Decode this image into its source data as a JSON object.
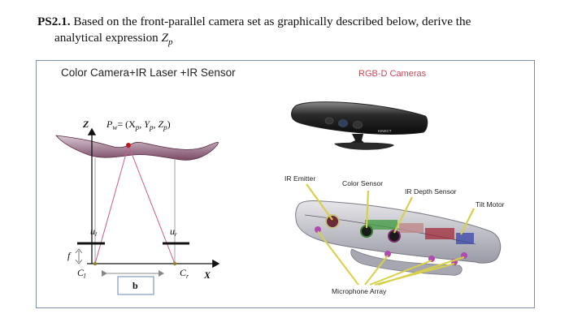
{
  "problem": {
    "number": "PS2.1.",
    "text_line1": "Based on the front-parallel camera set as graphically described below, derive the",
    "text_line2": "analytical expression",
    "symbol": "Z",
    "symbol_sub": "p"
  },
  "figure": {
    "left_title": "Color Camera+IR Laser +IR Sensor",
    "right_title": "RGB-D Cameras",
    "diagram": {
      "z_axis": "Z",
      "x_axis": "X",
      "point": "P",
      "point_sub": "w",
      "point_eq": "= (X",
      "coord_p1": "p",
      "coord_y": ", Y",
      "coord_p2": "p",
      "coord_z": ", Z",
      "coord_p3": "p",
      "close": ")",
      "focal": "f",
      "baseline": "b",
      "left_image_coord": "u",
      "left_image_sub": "l",
      "right_image_coord": "u",
      "right_image_sub": "r",
      "left_camera": "C",
      "left_camera_sub": "l",
      "right_camera": "C",
      "right_camera_sub": "r"
    },
    "device_brand": "KINECT",
    "labels": {
      "ir_emitter": "IR Emitter",
      "color_sensor": "Color Sensor",
      "ir_depth_sensor": "IR Depth Sensor",
      "tilt_motor": "Tilt Motor",
      "microphone_array": "Microphone Array"
    }
  }
}
